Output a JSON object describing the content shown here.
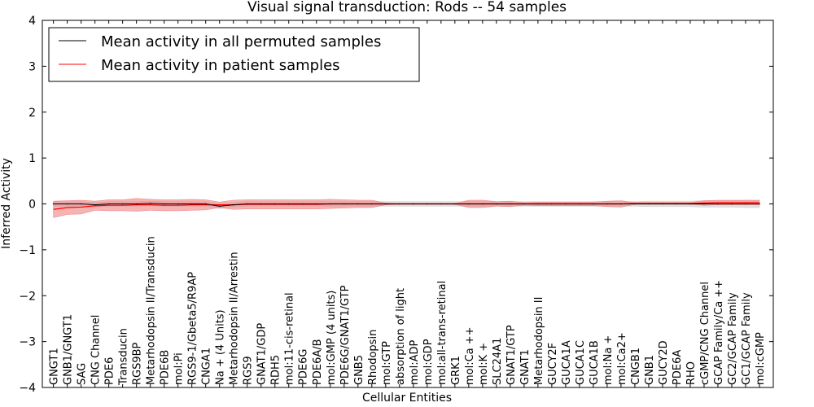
{
  "chart_data": {
    "type": "line",
    "title": "Visual signal transduction: Rods -- 54 samples",
    "xlabel": "Cellular Entities",
    "ylabel": "Inferred Activity",
    "ylim": [
      -4,
      4
    ],
    "yticks": [
      "−4",
      "−3",
      "−2",
      "−1",
      "0",
      "1",
      "2",
      "3",
      "4"
    ],
    "grid": false,
    "legend_position": "top-left",
    "categories": [
      "GNGT1",
      "GNB1/GNGT1",
      "SAG",
      "CNG Channel",
      "PDE6",
      "Transducin",
      "RGS9BP",
      "Metarhodopsin II/Transducin",
      "PDE6B",
      "mol:Pi",
      "RGS9-1/Gbeta5/R9AP",
      "CNGA1",
      "Na + (4 Units)",
      "Metarhodopsin II/Arrestin",
      "RGS9",
      "GNAT1/GDP",
      "RDH5",
      "mol:11-cis-retinal",
      "PDE6G",
      "PDE6A/B",
      "mol:GMP (4 units)",
      "PDE6G/GNAT1/GTP",
      "GNB5",
      "Rhodopsin",
      "mol:GTP",
      "absorption of light",
      "mol:ADP",
      "mol:GDP",
      "mol:all-trans-retinal",
      "GRK1",
      "mol:Ca ++",
      "mol:K +",
      "SLC24A1",
      "GNAT1/GTP",
      "GNAT1",
      "Metarhodopsin II",
      "GUCY2F",
      "GUCA1A",
      "GUCA1C",
      "GUCA1B",
      "mol:Na +",
      "mol:Ca2+",
      "CNGB1",
      "GNB1",
      "GUCY2D",
      "PDE6A",
      "RHO",
      "cGMP/CNG Channel",
      "GCAP Family/Ca ++",
      "GC2/GCAP Family",
      "GC1/GCAP Family",
      "mol:cGMP"
    ],
    "series": [
      {
        "name": "Mean activity in all permuted samples",
        "color": "#000000",
        "band_color": "#cccccc",
        "values": [
          0,
          0,
          0,
          -0.02,
          0,
          0,
          0,
          0.01,
          0,
          0,
          0,
          0,
          -0.05,
          -0.02,
          0,
          0,
          0,
          0,
          0,
          0,
          0,
          0,
          0,
          0,
          0,
          0,
          0,
          0,
          0,
          0,
          0,
          0,
          0,
          0,
          0,
          0,
          0,
          0,
          0,
          0,
          0,
          0,
          0,
          0,
          0,
          0,
          0,
          0,
          0,
          0,
          0,
          0
        ],
        "band": [
          0.05,
          0.05,
          0.05,
          0.05,
          0.05,
          0.05,
          0.05,
          0.05,
          0.05,
          0.05,
          0.05,
          0.05,
          0.05,
          0.05,
          0.05,
          0.05,
          0.05,
          0.05,
          0.05,
          0.05,
          0.05,
          0.05,
          0.05,
          0.05,
          0.05,
          0.05,
          0.05,
          0.05,
          0.05,
          0.05,
          0.05,
          0.05,
          0.05,
          0.05,
          0.05,
          0.05,
          0.05,
          0.05,
          0.05,
          0.05,
          0.05,
          0.05,
          0.05,
          0.06,
          0.06,
          0.06,
          0.06,
          0.07,
          0.07,
          0.07,
          0.08,
          0.08
        ]
      },
      {
        "name": "Mean activity in patient samples",
        "color": "#ff0000",
        "band_color": "#f08080",
        "values": [
          -0.12,
          -0.08,
          -0.07,
          -0.04,
          -0.03,
          -0.03,
          -0.02,
          -0.02,
          -0.03,
          -0.03,
          -0.02,
          -0.02,
          -0.02,
          -0.02,
          -0.01,
          -0.01,
          -0.01,
          -0.01,
          -0.01,
          -0.01,
          0,
          0,
          0,
          0,
          0,
          0,
          0,
          0,
          0,
          0,
          0,
          0,
          0,
          0,
          0,
          0,
          0,
          0,
          0,
          0,
          0,
          0,
          0.01,
          0.01,
          0.01,
          0.01,
          0.01,
          0.02,
          0.03,
          0.03,
          0.03,
          0.03
        ],
        "band": [
          0.18,
          0.15,
          0.15,
          0.1,
          0.12,
          0.12,
          0.14,
          0.12,
          0.12,
          0.12,
          0.12,
          0.11,
          0.06,
          0.1,
          0.1,
          0.1,
          0.1,
          0.1,
          0.1,
          0.1,
          0.1,
          0.09,
          0.08,
          0.08,
          0.02,
          0.01,
          0.01,
          0.01,
          0.01,
          0.01,
          0.08,
          0.08,
          0.05,
          0.06,
          0.03,
          0.04,
          0.04,
          0.04,
          0.04,
          0.04,
          0.06,
          0.07,
          0.02,
          0.02,
          0.02,
          0.02,
          0.02,
          0.05,
          0.05,
          0.05,
          0.05,
          0.05
        ]
      }
    ]
  }
}
